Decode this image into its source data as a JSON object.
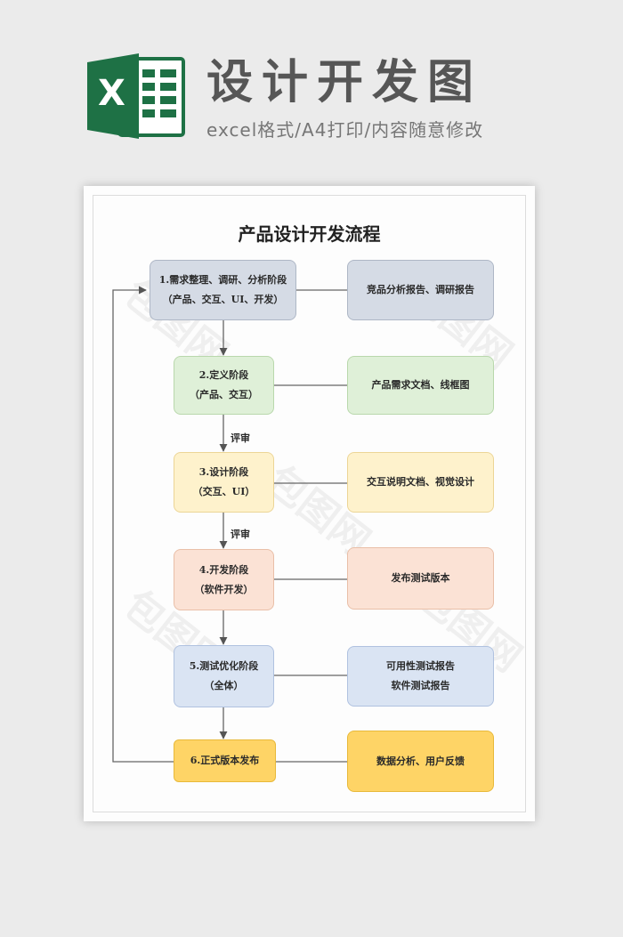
{
  "header": {
    "title": "设计开发图",
    "subtitle": "excel格式/A4打印/内容随意修改",
    "logo_letter": "X"
  },
  "document": {
    "title": "产品设计开发流程",
    "stages": [
      {
        "line1": "1.需求整理、调研、分析阶段",
        "line2": "（产品、交互、UI、开发）"
      },
      {
        "line1": "2.定义阶段",
        "line2": "（产品、交互）"
      },
      {
        "line1": "3.设计阶段",
        "line2": "（交互、UI）"
      },
      {
        "line1": "4.开发阶段",
        "line2": "（软件开发）"
      },
      {
        "line1": "5.测试优化阶段",
        "line2": "（全体）"
      },
      {
        "line1": "6.正式版本发布"
      }
    ],
    "outputs": [
      {
        "line1": "竞品分析报告、调研报告"
      },
      {
        "line1": "产品需求文档、线框图"
      },
      {
        "line1": "交互说明文档、视觉设计"
      },
      {
        "line1": "发布测试版本"
      },
      {
        "line1": "可用性测试报告",
        "line2": "软件测试报告"
      },
      {
        "line1": "数据分析、用户反馈"
      }
    ],
    "review_label_1": "评审",
    "review_label_2": "评审"
  },
  "watermark": "包图网",
  "colors": {
    "excel_green": "#1e7145",
    "stage1": "#d5dbe5",
    "stage2": "#dff0d8",
    "stage3": "#fef2cc",
    "stage4": "#fbe2d5",
    "stage5": "#dae4f3",
    "stage6": "#fed466"
  }
}
